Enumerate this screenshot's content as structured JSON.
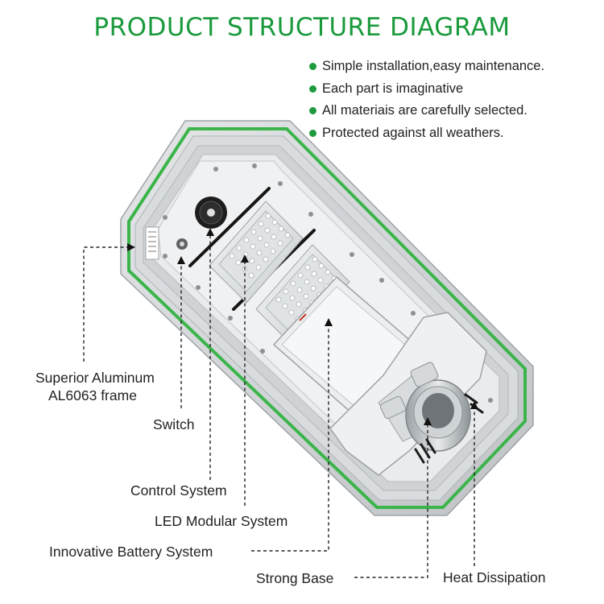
{
  "title": "PRODUCT STRUCTURE DIAGRAM",
  "features": [
    "Simple installation,easy maintenance.",
    "Each part is imaginative",
    "All materiais are carefully selected.",
    "Protected against all weathers."
  ],
  "labels": {
    "frame_line1": "Superior Aluminum",
    "frame_line2": "AL6063 frame",
    "switch": "Switch",
    "control": "Control System",
    "led": "LED Modular System",
    "battery": "Innovative Battery System",
    "base": "Strong Base",
    "heat": "Heat Dissipation"
  },
  "colors": {
    "title": "#1a9a3c",
    "bullet": "#1f9a3d",
    "frame_green": "#3bb54a",
    "frame_metal": "#d4d6d8"
  }
}
